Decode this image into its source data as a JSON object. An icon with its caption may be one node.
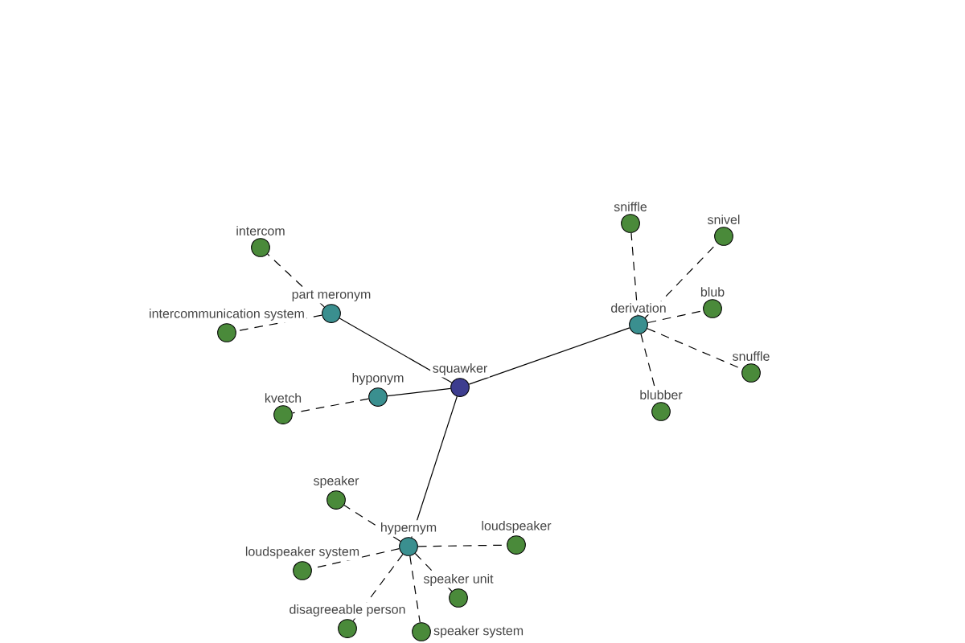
{
  "diagram": {
    "nodes": [
      {
        "text": [
          "squawker"
        ]
      },
      {
        "text": [
          "part meronym"
        ]
      },
      {
        "text": [
          "intercom"
        ]
      },
      {
        "text": [
          "intercommunication system"
        ]
      },
      {
        "text": [
          "hyponym"
        ]
      },
      {
        "text": [
          "kvetch"
        ]
      },
      {
        "text": [
          "derivation"
        ]
      },
      {
        "text": [
          "sniffle"
        ]
      },
      {
        "text": [
          "snivel"
        ]
      },
      {
        "text": [
          "blub"
        ]
      },
      {
        "text": [
          "snuffle"
        ]
      },
      {
        "text": [
          "blubber"
        ]
      },
      {
        "text": [
          "hypernym"
        ]
      },
      {
        "text": [
          "speaker"
        ]
      },
      {
        "text": [
          "loudspeaker system"
        ]
      },
      {
        "text": [
          "loudspeaker"
        ]
      },
      {
        "text": [
          "speaker unit"
        ]
      },
      {
        "text": [
          "disagreeable person"
        ]
      },
      {
        "text": [
          "speaker system"
        ]
      }
    ],
    "edges": [
      {
        "from": 0,
        "to": 1,
        "arrow": "none"
      },
      {
        "from": 0,
        "to": 4,
        "arrow": "none"
      },
      {
        "from": 0,
        "to": 6,
        "arrow": "none"
      },
      {
        "from": 0,
        "to": 12,
        "arrow": "none"
      },
      {
        "from": 1,
        "to": 2,
        "arrow": "none",
        "style": "dashed"
      },
      {
        "from": 1,
        "to": 3,
        "arrow": "none",
        "style": "dashed"
      },
      {
        "from": 4,
        "to": 5,
        "arrow": "none",
        "style": "dashed"
      },
      {
        "from": 6,
        "to": 7,
        "arrow": "none",
        "style": "dashed"
      },
      {
        "from": 6,
        "to": 8,
        "arrow": "none",
        "style": "dashed"
      },
      {
        "from": 6,
        "to": 9,
        "arrow": "none",
        "style": "dashed"
      },
      {
        "from": 6,
        "to": 10,
        "arrow": "none",
        "style": "dashed"
      },
      {
        "from": 6,
        "to": 11,
        "arrow": "none",
        "style": "dashed"
      },
      {
        "from": 12,
        "to": 13,
        "arrow": "none",
        "style": "dashed"
      },
      {
        "from": 12,
        "to": 14,
        "arrow": "none",
        "style": "dashed"
      },
      {
        "from": 12,
        "to": 15,
        "arrow": "none",
        "style": "dashed"
      },
      {
        "from": 12,
        "to": 16,
        "arrow": "none",
        "style": "dashed"
      },
      {
        "from": 12,
        "to": 17,
        "arrow": "none",
        "style": "dashed"
      },
      {
        "from": 12,
        "to": 18,
        "arrow": "none",
        "style": "dashed"
      }
    ]
  }
}
